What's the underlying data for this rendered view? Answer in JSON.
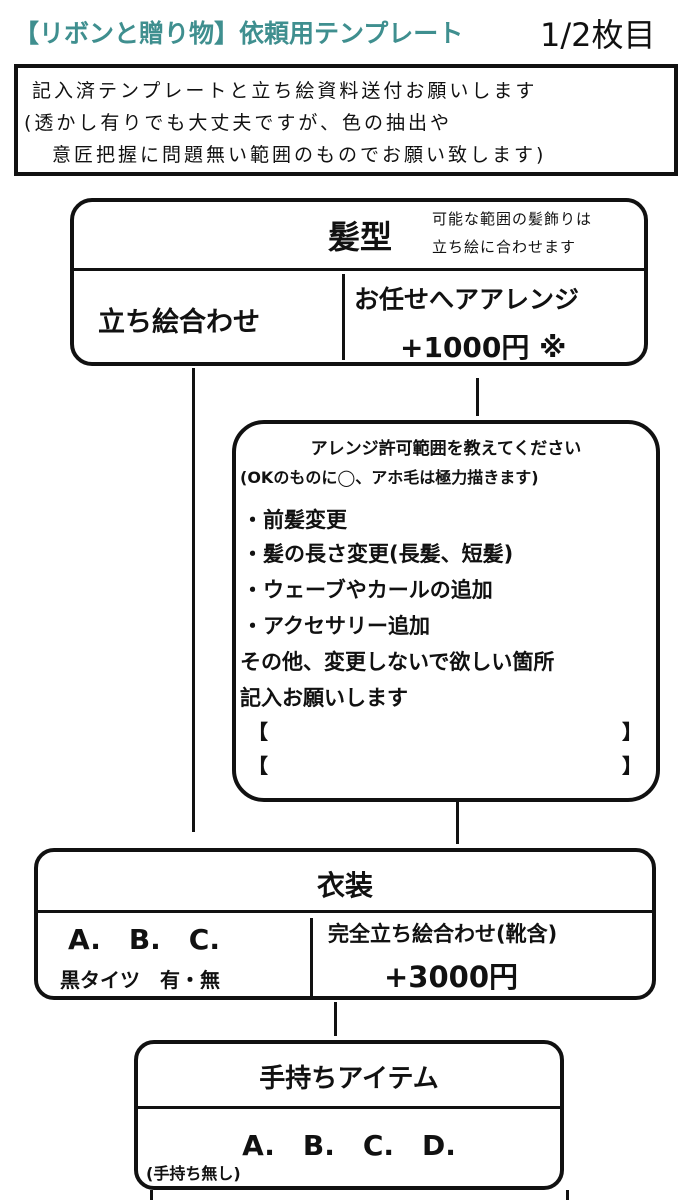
{
  "header": {
    "title": "【リボンと贈り物】依頼用テンプレート",
    "page": "1/2枚目",
    "title_color": "#3f8f8f"
  },
  "notice": {
    "line1": "記入済テンプレートと立ち絵資料送付お願いします",
    "line2": "(透かし有りでも大丈夫ですが、色の抽出や",
    "line3": "意匠把握に問題無い範囲のものでお願い致します)"
  },
  "hair": {
    "title": "髪型",
    "note_line1": "可能な範囲の髪飾りは",
    "note_line2": "立ち絵に合わせます",
    "option_a": "立ち絵合わせ",
    "option_b_line1": "お任せへアアレンジ",
    "option_b_line2": "+1000円 ※"
  },
  "arrange": {
    "heading_line1": "アレンジ許可範囲を教えてください",
    "heading_line2": "(OKのものに◯、アホ毛は極力描きます)",
    "items": [
      "・前髪変更",
      "・髪の長さ変更(長髪、短髪)",
      "・ウェーブやカールの追加",
      "・アクセサリー追加"
    ],
    "other_line1": "その他、変更しないで欲しい箇所",
    "other_line2": "記入お願いします",
    "bracket_open": "【",
    "bracket_close": "】"
  },
  "costume": {
    "title": "衣装",
    "options": "A.　B.　C.",
    "tights": "黒タイツ　有・無",
    "full_match": "完全立ち絵合わせ(靴含)",
    "price": "+3000円"
  },
  "items": {
    "title": "手持ちアイテム",
    "options": "A.　B.　C.　D.",
    "none_note": "(手持ち無し)"
  }
}
